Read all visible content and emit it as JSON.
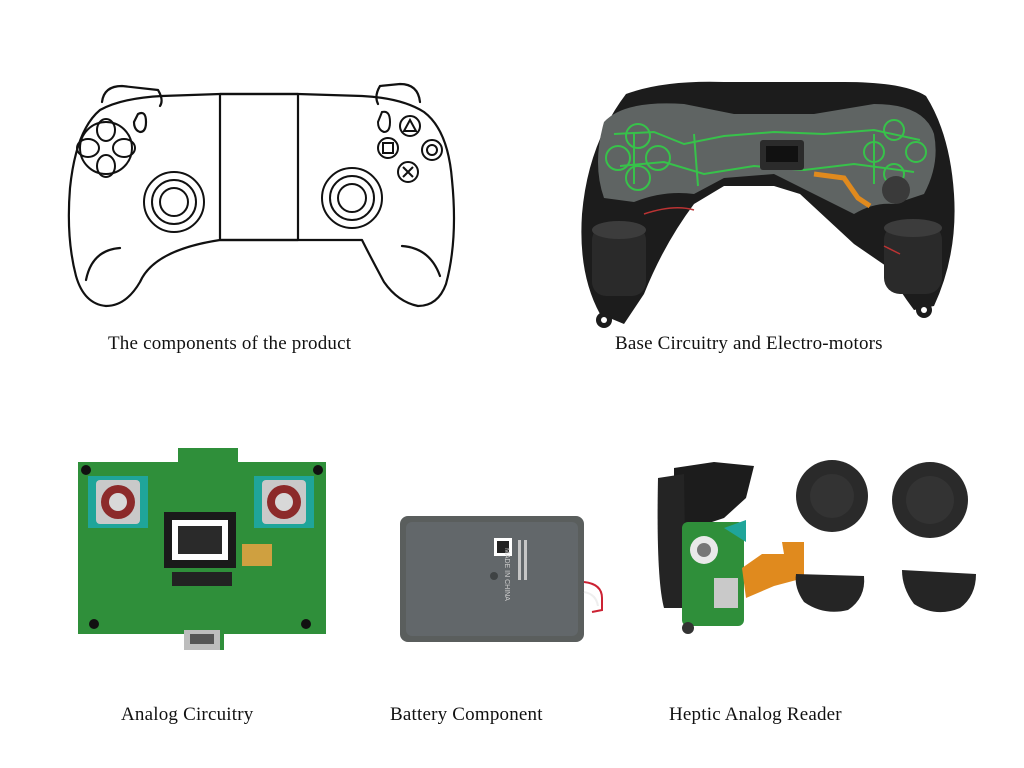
{
  "captions": {
    "product": "The components of the product",
    "base": "Base Circuitry and Electro-motors",
    "analog": "Analog Circuitry",
    "battery": "Battery Component",
    "heptic": "Heptic Analog Reader"
  },
  "battery_label": {
    "line1": "MADE IN CHINA"
  },
  "colors": {
    "pcb_green": "#2f8f3a",
    "frame_black": "#1c1c1c",
    "membrane_gray": "#5f6463",
    "trace_green": "#37c24a",
    "battery_gray": "#5a5e5d",
    "flex_orange": "#e08a1e",
    "teal": "#1fa59a"
  },
  "icons": [
    "triangle-icon",
    "circle-icon",
    "cross-icon",
    "square-icon",
    "dpad-icon"
  ]
}
